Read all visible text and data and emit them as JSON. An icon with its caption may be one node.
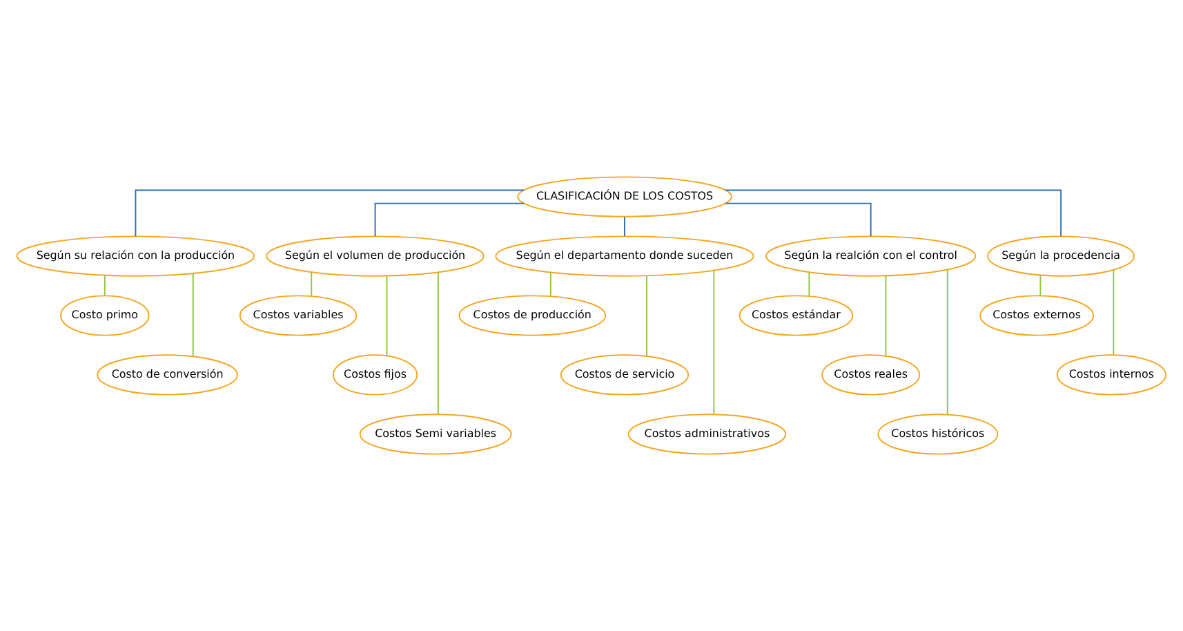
{
  "diagram": {
    "nodes": [
      {
        "text": [
          "CLASIFICACIÓN DE LOS COSTOS"
        ]
      },
      {
        "text": [
          "Según su relación con la producción"
        ]
      },
      {
        "text": [
          "Según el volumen de producción"
        ]
      },
      {
        "text": [
          "Según el departamento donde suceden"
        ]
      },
      {
        "text": [
          "Según la realción con el control"
        ]
      },
      {
        "text": [
          "Según la procedencia"
        ]
      },
      {
        "text": [
          "Costo primo"
        ]
      },
      {
        "text": [
          "Costo de conversión"
        ]
      },
      {
        "text": [
          "Costos variables"
        ]
      },
      {
        "text": [
          "Costos fijos"
        ]
      },
      {
        "text": [
          "Costos Semi variables"
        ]
      },
      {
        "text": [
          "Costos de producción"
        ]
      },
      {
        "text": [
          "Costos de servicio"
        ]
      },
      {
        "text": [
          "Costos administrativos"
        ]
      },
      {
        "text": [
          "Costos estándar"
        ]
      },
      {
        "text": [
          "Costos reales"
        ]
      },
      {
        "text": [
          "Costos históricos"
        ]
      },
      {
        "text": [
          "Costos externos"
        ]
      },
      {
        "text": [
          "Costos internos"
        ]
      }
    ],
    "edges": [
      {
        "from": 0,
        "to": 1,
        "arrow": "none",
        "color": "#2a6fb0"
      },
      {
        "from": 0,
        "to": 2,
        "arrow": "none",
        "color": "#2a6fb0"
      },
      {
        "from": 0,
        "to": 3,
        "arrow": "none",
        "color": "#2a6fb0"
      },
      {
        "from": 0,
        "to": 4,
        "arrow": "none",
        "color": "#2a6fb0"
      },
      {
        "from": 0,
        "to": 5,
        "arrow": "none",
        "color": "#2a6fb0"
      },
      {
        "from": 1,
        "to": 6,
        "arrow": "none"
      },
      {
        "from": 1,
        "to": 7,
        "arrow": "none"
      },
      {
        "from": 2,
        "to": 8,
        "arrow": "none"
      },
      {
        "from": 2,
        "to": 9,
        "arrow": "none"
      },
      {
        "from": 2,
        "to": 10,
        "arrow": "none"
      },
      {
        "from": 3,
        "to": 11,
        "arrow": "none"
      },
      {
        "from": 3,
        "to": 12,
        "arrow": "none"
      },
      {
        "from": 3,
        "to": 13,
        "arrow": "none"
      },
      {
        "from": 4,
        "to": 14,
        "arrow": "none"
      },
      {
        "from": 4,
        "to": 15,
        "arrow": "none"
      },
      {
        "from": 4,
        "to": 16,
        "arrow": "none"
      },
      {
        "from": 5,
        "to": 17,
        "arrow": "none"
      },
      {
        "from": 5,
        "to": 18,
        "arrow": "none"
      }
    ]
  }
}
